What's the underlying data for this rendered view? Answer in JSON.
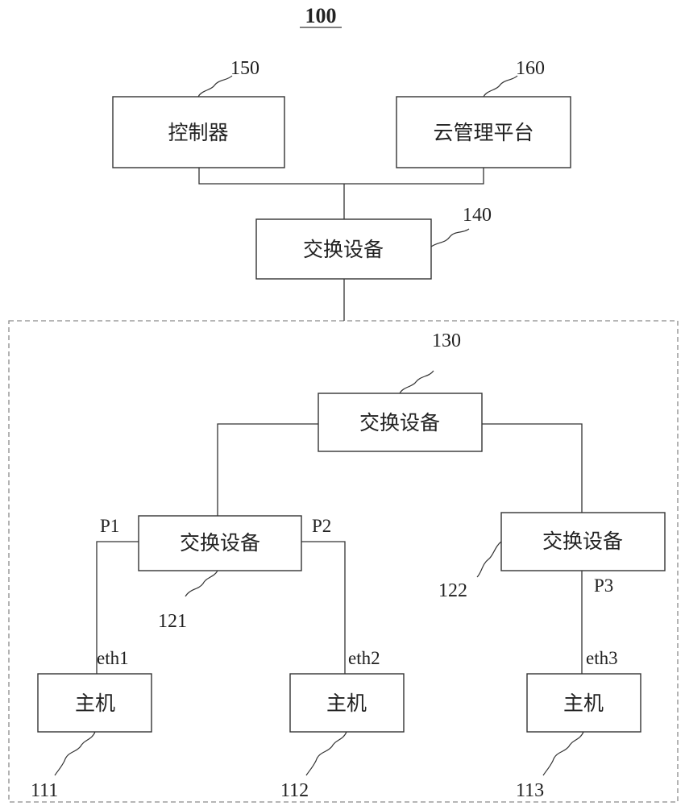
{
  "figure": {
    "title": "100"
  },
  "devices": {
    "controller": {
      "label": "控制器",
      "ref": "150"
    },
    "cloud": {
      "label": "云管理平台",
      "ref": "160"
    },
    "switch_top": {
      "label": "交换设备",
      "ref": "140"
    },
    "switch_core": {
      "label": "交换设备",
      "ref": "130"
    },
    "switch_left": {
      "label": "交换设备",
      "ref": "121"
    },
    "switch_right": {
      "label": "交换设备",
      "ref": "122"
    },
    "host1": {
      "label": "主机",
      "ref": "111"
    },
    "host2": {
      "label": "主机",
      "ref": "112"
    },
    "host3": {
      "label": "主机",
      "ref": "113"
    }
  },
  "ports": {
    "p1": "P1",
    "p2": "P2",
    "p3": "P3",
    "eth1": "eth1",
    "eth2": "eth2",
    "eth3": "eth3"
  }
}
